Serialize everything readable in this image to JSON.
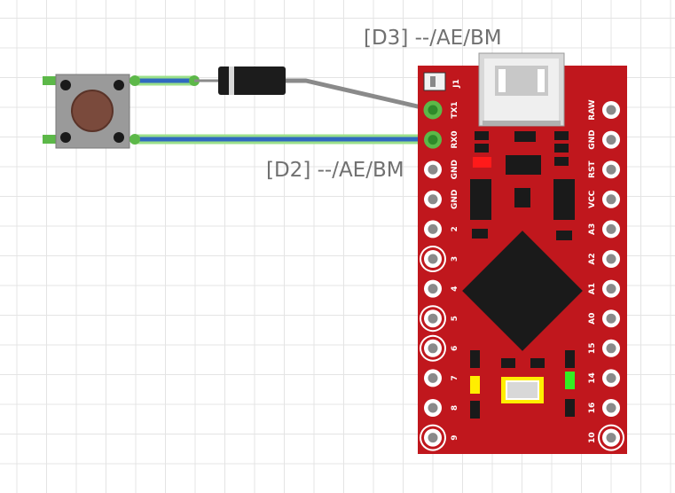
{
  "wire_labels": {
    "d3": "[D3] --/AE/BM",
    "d2": "[D2] --/AE/BM"
  },
  "board": {
    "header_label": "J1",
    "left_pins": [
      "TX1",
      "RX0",
      "GND",
      "GND",
      "2",
      "3",
      "4",
      "5",
      "6",
      "7",
      "8",
      "9"
    ],
    "right_pins": [
      "RAW",
      "GND",
      "RST",
      "VCC",
      "A3",
      "A2",
      "A1",
      "A0",
      "15",
      "14",
      "16",
      "10"
    ],
    "connected_pins": [
      "TX1",
      "RX0"
    ],
    "highlighted_pins": [
      "3",
      "5",
      "6",
      "9",
      "10"
    ]
  },
  "colors": {
    "board": "#c0171d",
    "wire_blue": "#2f6ac0",
    "wire_grey": "#8a8a8a",
    "pin_connected": "#5cb848",
    "led_red": "#ff1a1a",
    "led_yellow": "#ffee00",
    "led_green": "#33ee22"
  },
  "components": {
    "button": "pushbutton",
    "diode": "diode",
    "microcontroller": "pro-micro"
  }
}
